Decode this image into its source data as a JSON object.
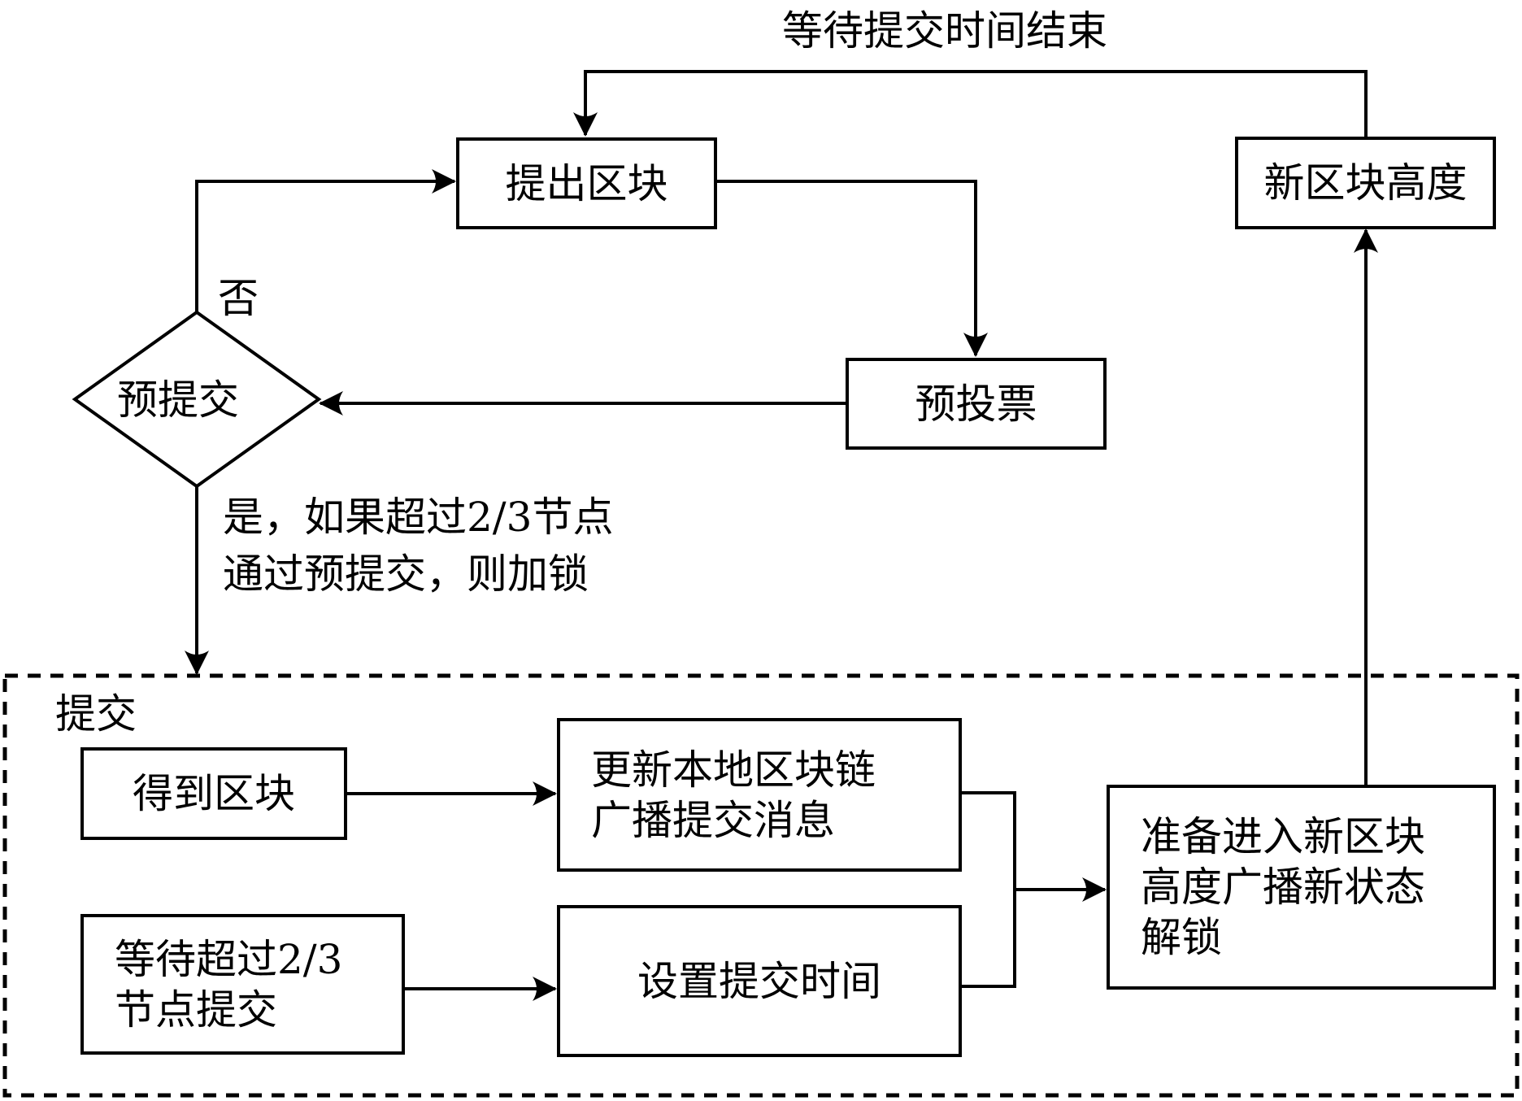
{
  "diagram": {
    "type": "flowchart",
    "labels": {
      "loop_back": "等待提交时间结束",
      "no": "否",
      "yes_line1": "是，如果超过2/3节点",
      "yes_line2": "通过预提交，则加锁",
      "commit_group": "提交"
    },
    "nodes": {
      "propose_block": "提出区块",
      "prevote": "预投票",
      "precommit": "预提交",
      "new_height": "新区块高度",
      "get_block": "得到区块",
      "update_chain": "更新本地区块链\n广播提交消息",
      "wait_commit": "等待超过2/3\n节点提交",
      "set_commit_time": "设置提交时间",
      "prepare_new_height": "准备进入新区块\n高度广播新状态\n解锁"
    },
    "edges": [
      {
        "from": "new_height",
        "to": "propose_block",
        "label": "等待提交时间结束"
      },
      {
        "from": "propose_block",
        "to": "prevote"
      },
      {
        "from": "prevote",
        "to": "precommit"
      },
      {
        "from": "precommit",
        "to": "propose_block",
        "label": "否"
      },
      {
        "from": "precommit",
        "to": "commit_group",
        "label": "是，如果超过2/3节点通过预提交，则加锁"
      },
      {
        "from": "get_block",
        "to": "update_chain"
      },
      {
        "from": "wait_commit",
        "to": "set_commit_time"
      },
      {
        "from": "update_chain",
        "to": "prepare_new_height"
      },
      {
        "from": "set_commit_time",
        "to": "prepare_new_height"
      },
      {
        "from": "prepare_new_height",
        "to": "new_height"
      }
    ]
  }
}
